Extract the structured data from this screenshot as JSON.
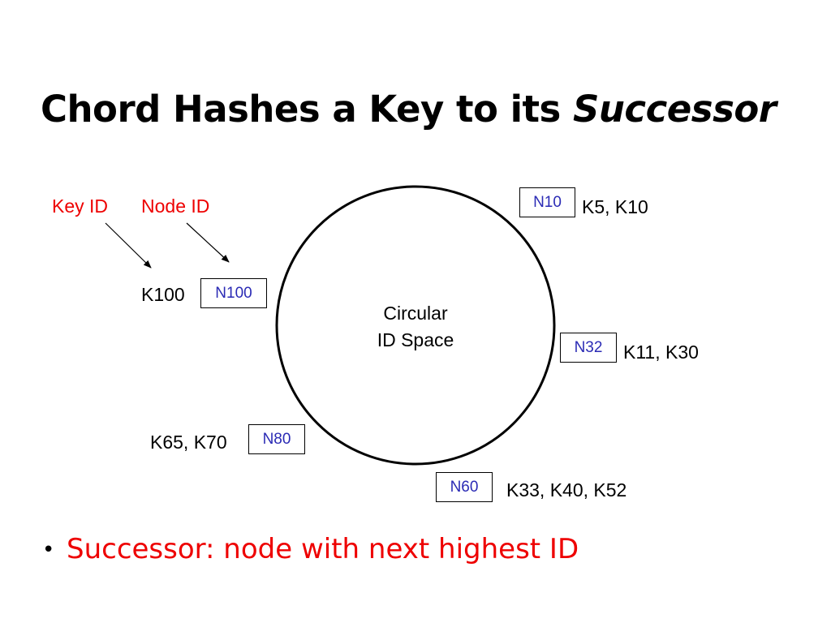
{
  "slide": {
    "title_plain": "Chord Hashes a Key to its ",
    "title_italic": "Successor",
    "legend": {
      "key_id": "Key ID",
      "node_id": "Node ID"
    },
    "ring": {
      "line1": "Circular",
      "line2": "ID Space"
    },
    "nodes": [
      {
        "id": "N10",
        "keys": "K5, K10"
      },
      {
        "id": "N32",
        "keys": "K11, K30"
      },
      {
        "id": "N60",
        "keys": "K33, K40, K52"
      },
      {
        "id": "N80",
        "keys": "K65, K70"
      },
      {
        "id": "N100",
        "keys": "K100"
      }
    ],
    "bullet_symbol": "•",
    "bullet_text": "Successor: node with next highest ID"
  },
  "colors": {
    "legend_red": "#ee0000",
    "node_id_blue": "#2b2bb5",
    "text_black": "#000000"
  }
}
